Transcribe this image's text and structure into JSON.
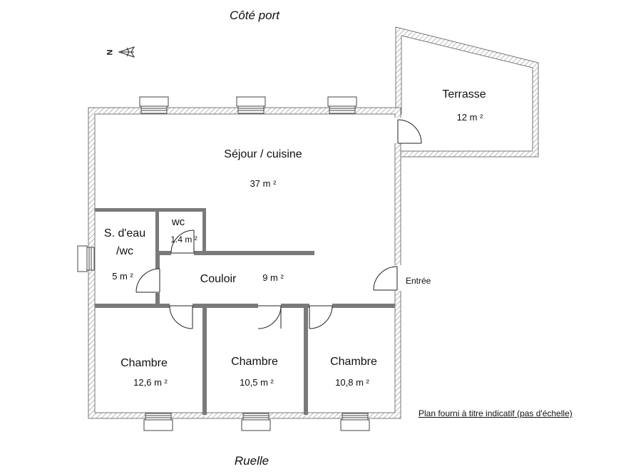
{
  "orientation": {
    "top_label": "Côté port",
    "bottom_label": "Ruelle",
    "north_symbol": "N"
  },
  "rooms": {
    "terrasse": {
      "name": "Terrasse",
      "area": "12 m ²"
    },
    "sejour": {
      "name": "Séjour / cuisine",
      "area": "37 m ²"
    },
    "sdeau": {
      "name_line1": "S. d'eau",
      "name_line2": "/wc",
      "area": "5 m ²"
    },
    "wc": {
      "name": "wc",
      "area": "1.4 m ²"
    },
    "couloir": {
      "name": "Couloir",
      "area": "9 m ²"
    },
    "chambre1": {
      "name": "Chambre",
      "area": "12,6 m ²"
    },
    "chambre2": {
      "name": "Chambre",
      "area": "10,5 m ²"
    },
    "chambre3": {
      "name": "Chambre",
      "area": "10,8 m ²"
    }
  },
  "entrance_label": "Entrée",
  "note": "Plan fourni à titre indicatif (pas d'échelle)",
  "colors": {
    "wall_outline": "#777777",
    "hatch": "#999999",
    "partition": "#777777",
    "fixture": "#555555",
    "text": "#111111"
  }
}
